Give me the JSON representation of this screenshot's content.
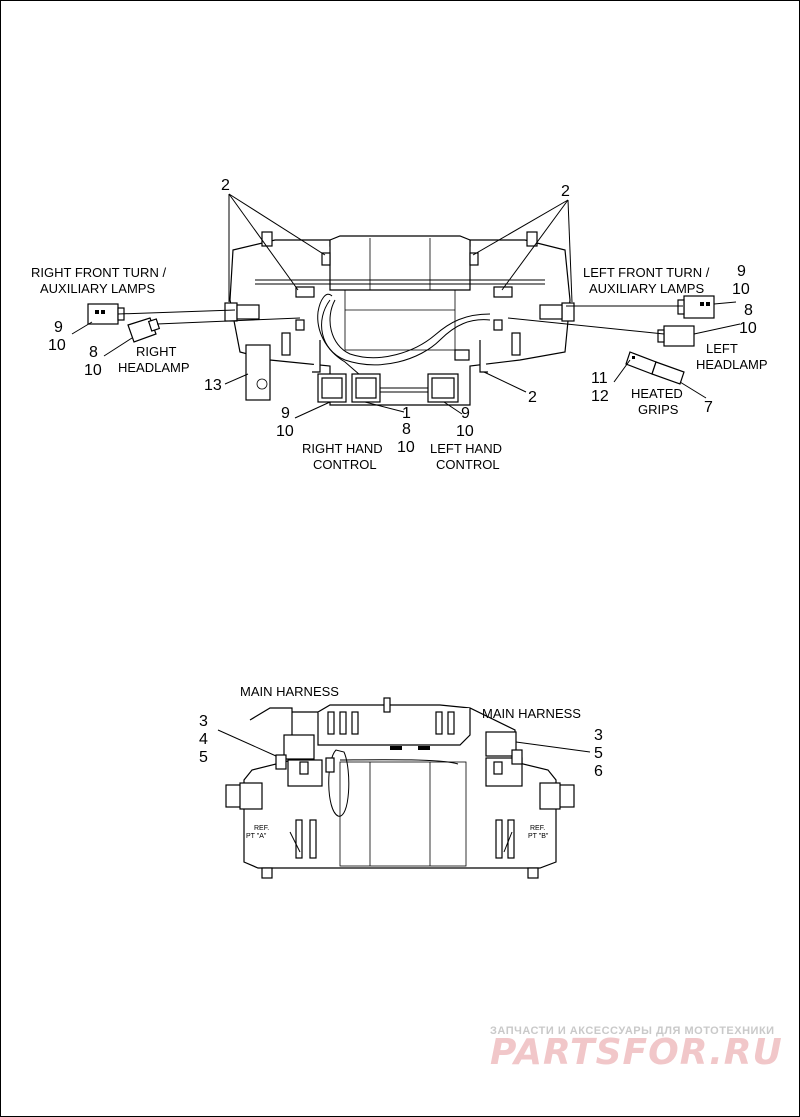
{
  "labels": {
    "right_front_turn_1": "RIGHT FRONT TURN /",
    "right_front_turn_2": "AUXILIARY LAMPS",
    "left_front_turn_1": "LEFT FRONT TURN /",
    "left_front_turn_2": "AUXILIARY LAMPS",
    "right_headlamp_1": "RIGHT",
    "right_headlamp_2": "HEADLAMP",
    "left_headlamp_1": "LEFT",
    "left_headlamp_2": "HEADLAMP",
    "heated_grips_1": "HEATED",
    "heated_grips_2": "GRIPS",
    "right_hand_control_1": "RIGHT HAND",
    "right_hand_control_2": "CONTROL",
    "left_hand_control_1": "LEFT HAND",
    "left_hand_control_2": "CONTROL",
    "main_harness_left": "MAIN HARNESS",
    "main_harness_right": "MAIN HARNESS",
    "ref_a_1": "REF.",
    "ref_a_2": "PT \"A\"",
    "ref_b_1": "REF.",
    "ref_b_2": "PT \"B\""
  },
  "callouts": {
    "c2_top_left": "2",
    "c2_top_right": "2",
    "c2_lower_right": "2",
    "c9_rft": "9",
    "c10_rft": "10",
    "c8_rhl": "8",
    "c10_rhl": "10",
    "c13": "13",
    "c9_rhc": "9",
    "c10_rhc": "10",
    "c1": "1",
    "c8_center": "8",
    "c10_center": "10",
    "c9_lhc": "9",
    "c10_lhc": "10",
    "c9_lft": "9",
    "c10_lft": "10",
    "c8_lhl": "8",
    "c10_lhl": "10",
    "c11": "11",
    "c12": "12",
    "c7": "7",
    "c3_left": "3",
    "c4_left": "4",
    "c5_left": "5",
    "c3_right": "3",
    "c5_right": "5",
    "c6_right": "6"
  },
  "watermark": {
    "line1": "ЗАПЧАСТИ И АКСЕССУАРЫ ДЛЯ МОТОТЕХНИКИ",
    "line2": "PARTSFOR.RU"
  }
}
